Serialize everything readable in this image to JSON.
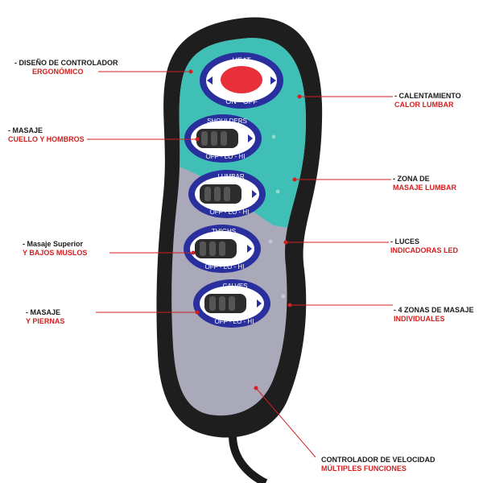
{
  "remote": {
    "heat_label": "HEAT",
    "heat_sub": "ON - OFF",
    "zones": [
      {
        "name": "SHOULDERS",
        "modes": "OFF - LO - HI"
      },
      {
        "name": "LUMBAR",
        "modes": "OFF - LO - HI"
      },
      {
        "name": "THIGHS",
        "modes": "OFF - LO - HI"
      },
      {
        "name": "CALVES",
        "modes": "OFF - LO - HI"
      }
    ],
    "colors": {
      "teal": "#3fbfb5",
      "gray": "#a9a9b9",
      "body": "#1e1e1e",
      "ring": "#2a2f9e",
      "heat_button": "#e8303a"
    }
  },
  "annotations": {
    "left": [
      {
        "line1": "- DISEÑO DE CONTROLADOR",
        "line2": "ERGONÓMICO"
      },
      {
        "line1": "- MASAJE",
        "line2": "CUELLO Y HOMBROS"
      },
      {
        "line1": "- Masaje Superior",
        "line2": "Y BAJOS MUSLOS"
      },
      {
        "line1": "- MASAJE",
        "line2": "Y PIERNAS"
      }
    ],
    "right": [
      {
        "line1": "- CALENTAMIENTO",
        "line2": "CALOR LUMBAR"
      },
      {
        "line1": "- ZONA DE",
        "line2": "MASAJE LUMBAR"
      },
      {
        "line1": "- LUCES",
        "line2": "INDICADORAS LED"
      },
      {
        "line1": "- 4 ZONAS DE MASAJE",
        "line2": "INDIVIDUALES"
      }
    ],
    "bottom": {
      "line1": "CONTROLADOR DE VELOCIDAD",
      "line2": "MÚLTIPLES FUNCIONES"
    }
  }
}
